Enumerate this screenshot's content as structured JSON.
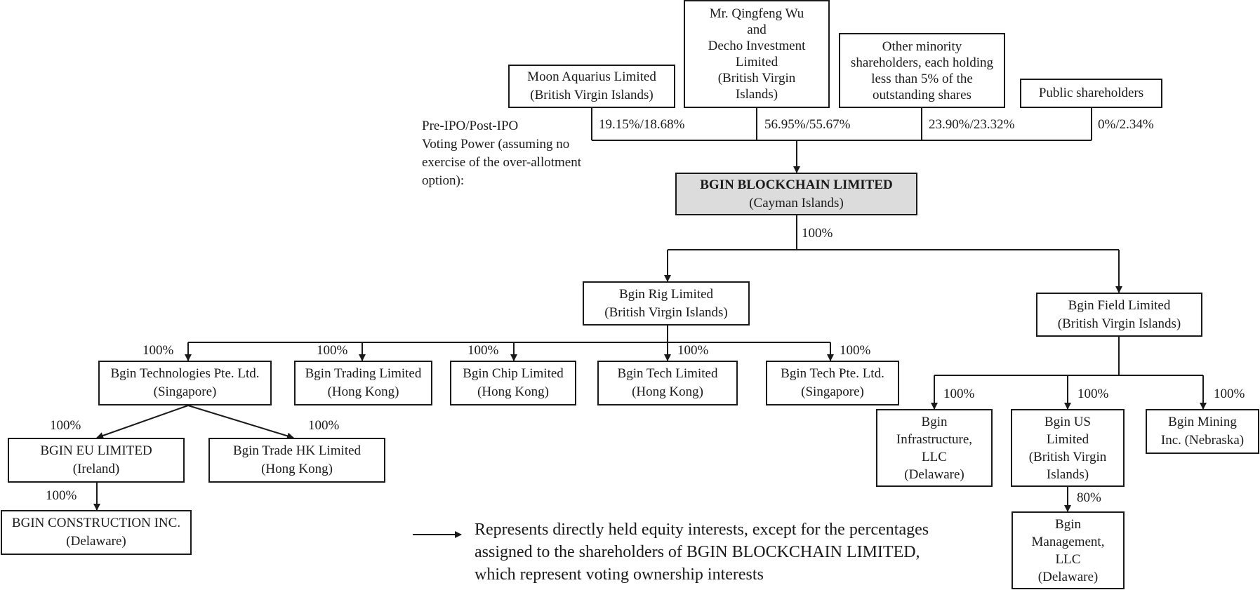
{
  "voting_label": [
    "Pre-IPO/Post-IPO",
    "Voting Power (assuming no",
    "exercise of the over-allotment",
    "option):"
  ],
  "shareholders": {
    "moon": {
      "lines": [
        "Moon Aquarius Limited",
        "(British Virgin Islands)"
      ],
      "pct": "19.15%/18.68%"
    },
    "wu": {
      "lines": [
        "Mr. Qingfeng Wu",
        "and",
        "Decho Investment",
        "Limited",
        "(British Virgin",
        "Islands)"
      ],
      "pct": "56.95%/55.67%"
    },
    "minority": {
      "lines": [
        "Other minority",
        "shareholders, each holding",
        "less than 5% of the",
        "outstanding shares"
      ],
      "pct": "23.90%/23.32%"
    },
    "public": {
      "lines": [
        "Public shareholders"
      ],
      "pct": "0%/2.34%"
    }
  },
  "parent": {
    "lines": [
      "BGIN BLOCKCHAIN LIMITED",
      "(Cayman Islands)"
    ],
    "pct_to_subs": "100%"
  },
  "entities": {
    "rig": {
      "lines": [
        "Bgin Rig Limited",
        "(British Virgin Islands)"
      ]
    },
    "field": {
      "lines": [
        "Bgin Field Limited",
        "(British Virgin Islands)"
      ]
    },
    "tech_sg_pte": {
      "lines": [
        "Bgin Technologies Pte. Ltd.",
        "(Singapore)"
      ],
      "pct": "100%"
    },
    "trading_hk": {
      "lines": [
        "Bgin Trading Limited",
        "(Hong Kong)"
      ],
      "pct": "100%"
    },
    "chip_hk": {
      "lines": [
        "Bgin Chip Limited",
        "(Hong Kong)"
      ],
      "pct": "100%"
    },
    "tech_hk": {
      "lines": [
        "Bgin Tech Limited",
        "(Hong Kong)"
      ],
      "pct": "100%"
    },
    "tech_pte": {
      "lines": [
        "Bgin Tech Pte. Ltd.",
        "(Singapore)"
      ],
      "pct": "100%"
    },
    "eu": {
      "lines": [
        "BGIN EU LIMITED",
        "(Ireland)"
      ],
      "pct": "100%"
    },
    "trade_hk": {
      "lines": [
        "Bgin Trade HK Limited",
        "(Hong Kong)"
      ],
      "pct": "100%"
    },
    "construction": {
      "lines": [
        "BGIN CONSTRUCTION INC.",
        "(Delaware)"
      ],
      "pct": "100%"
    },
    "infra": {
      "lines": [
        "Bgin",
        "Infrastructure,",
        "LLC",
        "(Delaware)"
      ],
      "pct": "100%"
    },
    "us": {
      "lines": [
        "Bgin US",
        "Limited",
        "(British Virgin",
        "Islands)"
      ],
      "pct": "100%"
    },
    "mining": {
      "lines": [
        "Bgin Mining",
        "Inc. (Nebraska)"
      ],
      "pct": "100%"
    },
    "mgmt": {
      "lines": [
        "Bgin",
        "Management,",
        "LLC",
        "(Delaware)"
      ],
      "pct": "80%"
    }
  },
  "legend": {
    "lines": [
      "Represents directly held equity interests, except for the percentages",
      "assigned to the shareholders of BGIN BLOCKCHAIN LIMITED,",
      "which represent voting ownership interests"
    ]
  }
}
